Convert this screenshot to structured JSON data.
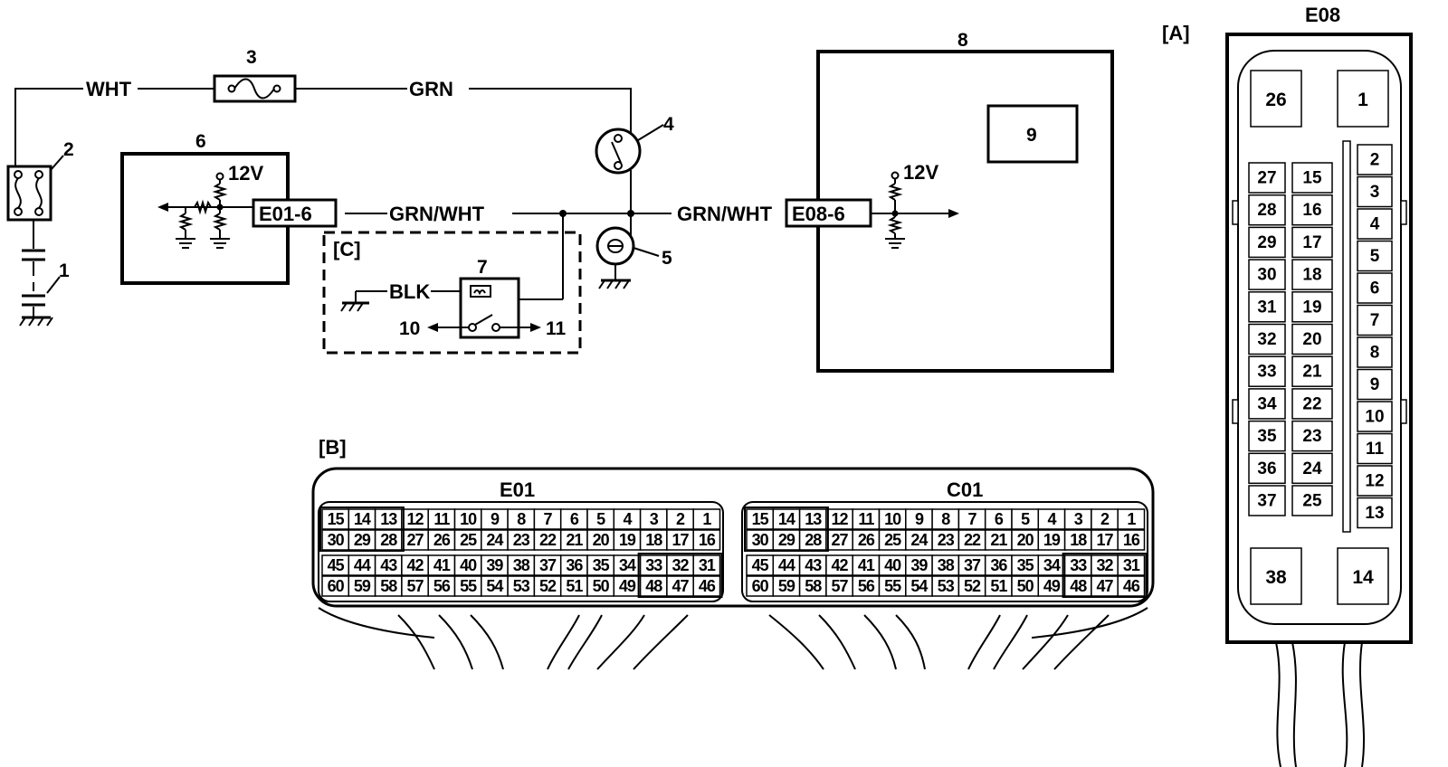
{
  "colors": {
    "line": "#000000",
    "background": "#ffffff"
  },
  "wires": {
    "wht": "WHT",
    "grn": "GRN",
    "grn_wht_left": "GRN/WHT",
    "grn_wht_right": "GRN/WHT",
    "blk": "BLK"
  },
  "voltages": {
    "left": "12V",
    "right": "12V"
  },
  "terminals": {
    "e01_6": "E01-6",
    "e08_6": "E08-6"
  },
  "callouts": [
    "1",
    "2",
    "3",
    "4",
    "5",
    "6",
    "7",
    "8",
    "9",
    "10",
    "11"
  ],
  "views": {
    "a": "[A]",
    "b": "[B]",
    "c": "[C]"
  },
  "connector_a": {
    "name": "E08",
    "corner_top": [
      "26",
      "1"
    ],
    "corner_bottom": [
      "38",
      "14"
    ],
    "col1": [
      "27",
      "28",
      "29",
      "30",
      "31",
      "32",
      "33",
      "34",
      "35",
      "36",
      "37"
    ],
    "col2": [
      "15",
      "16",
      "17",
      "18",
      "19",
      "20",
      "21",
      "22",
      "23",
      "24",
      "25"
    ],
    "col3": [
      "2",
      "3",
      "4",
      "5",
      "6",
      "7",
      "8",
      "9",
      "10",
      "11",
      "12",
      "13"
    ]
  },
  "connector_b": {
    "left_name": "E01",
    "right_name": "C01",
    "rows": [
      [
        "15",
        "14",
        "13",
        "12",
        "11",
        "10",
        "9",
        "8",
        "7",
        "6",
        "5",
        "4",
        "3",
        "2",
        "1"
      ],
      [
        "30",
        "29",
        "28",
        "27",
        "26",
        "25",
        "24",
        "23",
        "22",
        "21",
        "20",
        "19",
        "18",
        "17",
        "16"
      ],
      [
        "45",
        "44",
        "43",
        "42",
        "41",
        "40",
        "39",
        "38",
        "37",
        "36",
        "35",
        "34",
        "33",
        "32",
        "31"
      ],
      [
        "60",
        "59",
        "58",
        "57",
        "56",
        "55",
        "54",
        "53",
        "52",
        "51",
        "50",
        "49",
        "48",
        "47",
        "46"
      ]
    ]
  }
}
